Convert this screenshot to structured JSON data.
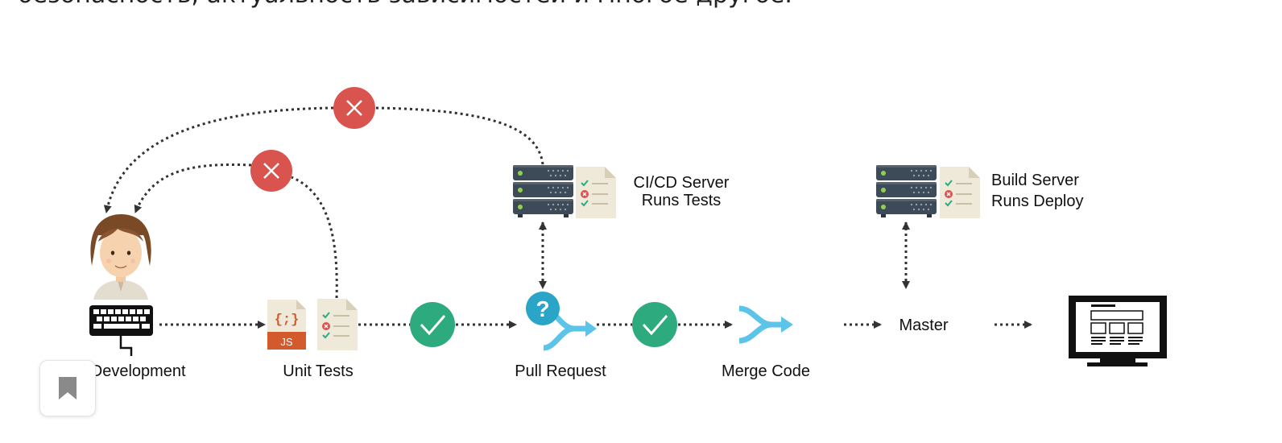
{
  "intro_text": "безопасность, актуальность зависимостей и многое другое.",
  "diagram": {
    "stages": {
      "code_development": "Code Development",
      "unit_tests": "Unit Tests",
      "pull_request": "Pull Request",
      "merge_code": "Merge Code",
      "master": "Master"
    },
    "ci_server": {
      "line1": "CI/CD Server",
      "line2": "Runs Tests"
    },
    "build_server": {
      "line1": "Build Server",
      "line2": "Runs Deploy"
    },
    "js_file_label": "JS",
    "js_file_glyph": "{;}",
    "question_mark": "?",
    "colors": {
      "fail": "#d9534f",
      "pass": "#2eaa7f",
      "merge": "#5bc4e8",
      "question": "#2aa5c8",
      "server": "#3d4a57",
      "document": "#efe9da"
    },
    "icons": [
      "person-icon",
      "keyboard-icon",
      "js-file-icon",
      "test-report-icon",
      "check-icon",
      "fail-icon",
      "question-icon",
      "merge-icon",
      "server-icon",
      "monitor-icon"
    ]
  },
  "bookmark": {
    "icon": "bookmark-icon"
  }
}
